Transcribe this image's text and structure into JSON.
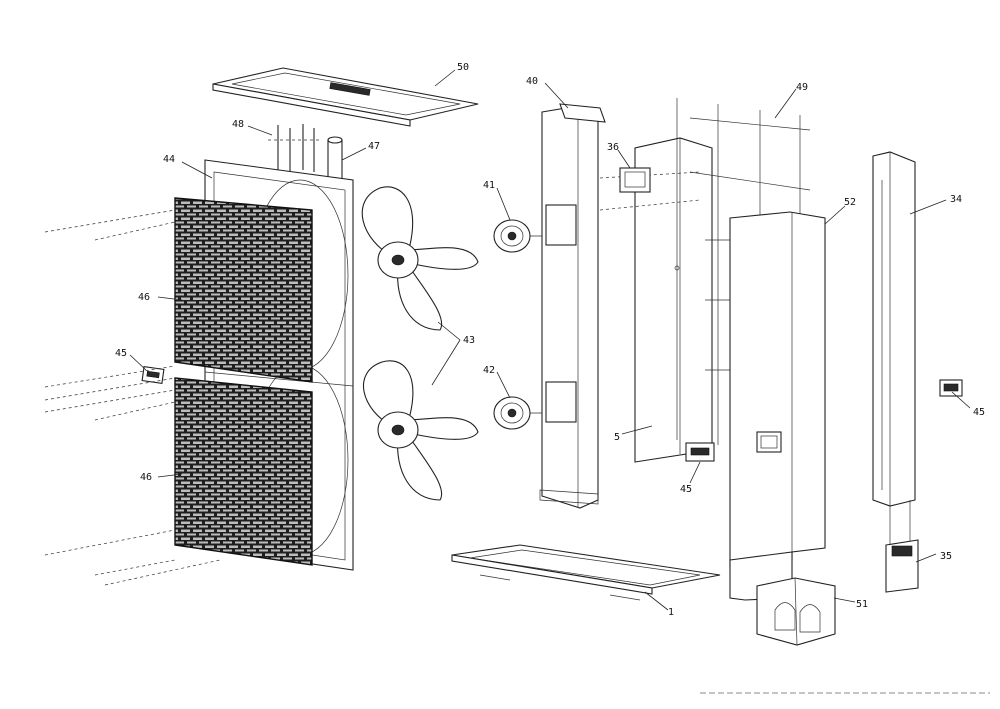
{
  "labels": {
    "l50": "50",
    "l40": "40",
    "l49": "49",
    "l48": "48",
    "l47": "47",
    "l44": "44",
    "l36": "36",
    "l41": "41",
    "l52": "52",
    "l34": "34",
    "l46a": "46",
    "l43": "43",
    "l45a": "45",
    "l42": "42",
    "l5": "5",
    "l45b": "45",
    "l45c": "45",
    "l46b": "46",
    "l35": "35",
    "l51": "51",
    "l1": "1"
  }
}
